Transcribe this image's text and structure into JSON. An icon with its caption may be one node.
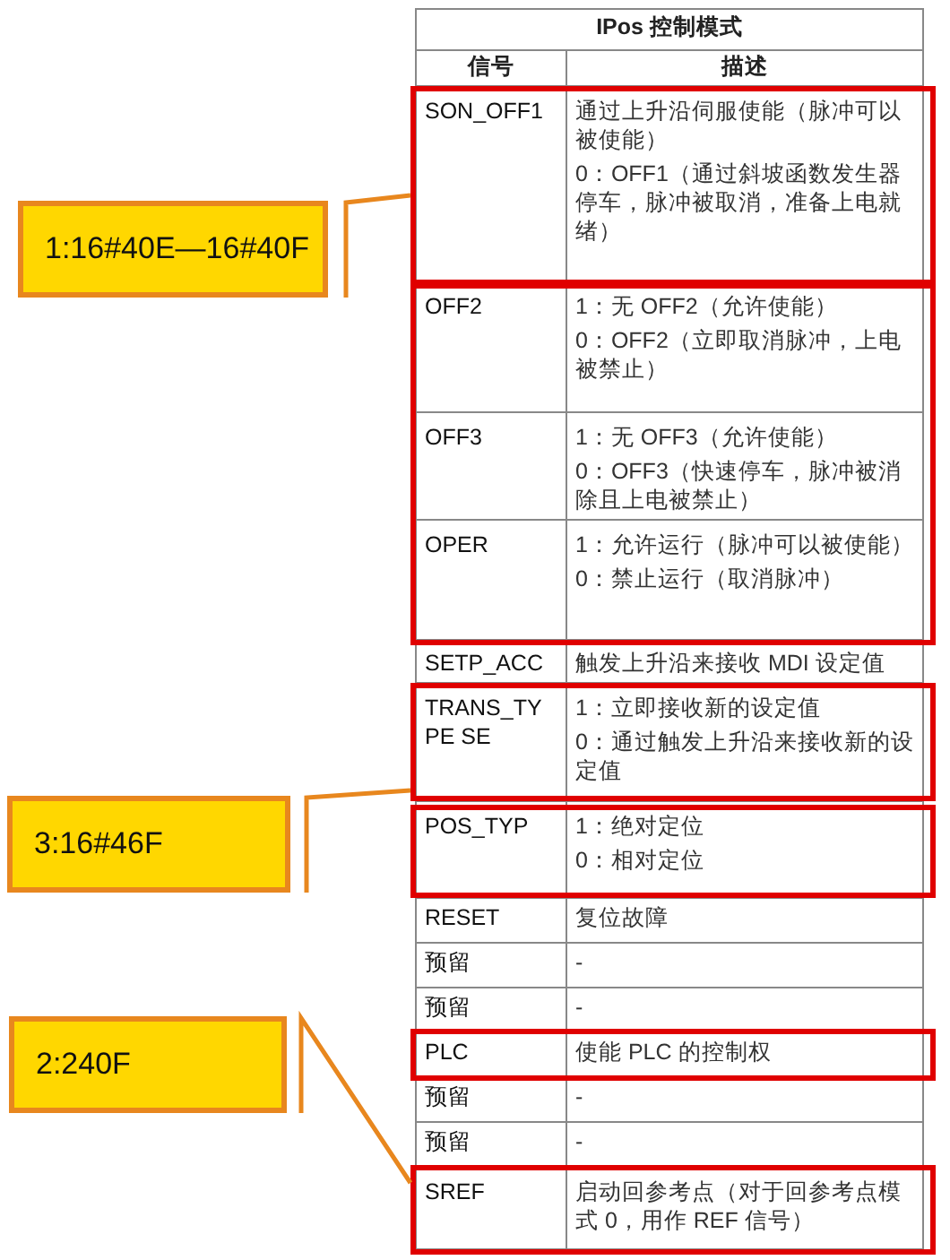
{
  "diagram": {
    "nodes": [
      {
        "text": [],
        "shape": "box"
      },
      {
        "text": [
          "1:16#40E—16#40F"
        ]
      },
      {
        "text": [],
        "shape": "box"
      },
      {
        "text": [],
        "shape": "box"
      },
      {
        "text": [
          "3:16#46F"
        ]
      },
      {
        "text": [],
        "shape": "box"
      },
      {
        "text": [
          "2:240F"
        ]
      },
      {
        "text": [],
        "shape": "box"
      },
      {
        "text": [],
        "shape": "box"
      }
    ],
    "edges": [
      {
        "from": 1,
        "to": 0,
        "arrow": "none"
      },
      {
        "from": 4,
        "to": 3,
        "arrow": "none"
      },
      {
        "from": 6,
        "to": 8,
        "arrow": "none"
      }
    ],
    "labels": [
      "IPos 控制模式",
      "信号",
      "描述",
      "SON_OFF1",
      "通过上升沿伺服使能（脉冲可以被使能）",
      "0：OFF1（通过斜坡函数发生器停车，脉冲被取消，准备上电就绪）",
      "OFF2",
      "1：无 OFF2（允许使能）",
      "0：OFF2（立即取消脉冲，上电被禁止）",
      "OFF3",
      "1：无 OFF3（允许使能）",
      "0：OFF3（快速停车，脉冲被消除且上电被禁止）",
      "OPER",
      "1：允许运行（脉冲可以被使能）",
      "0：禁止运行（取消脉冲）",
      "SETP_ACC",
      "触发上升沿来接收 MDI 设定值",
      "TRANS_TY PE SE",
      "1：立即接收新的设定值",
      "0：通过触发上升沿来接收新的设定值",
      "POS_TYP",
      "1：绝对定位",
      "0：相对定位",
      "RESET",
      "复位故障",
      "预留",
      "-",
      "预留",
      "-",
      "PLC",
      "使能 PLC 的控制权",
      "预留",
      "-",
      "预留",
      "-",
      "SREF",
      "启动回参考点（对于回参考点模式 0，用作 REF 信号）"
    ]
  }
}
